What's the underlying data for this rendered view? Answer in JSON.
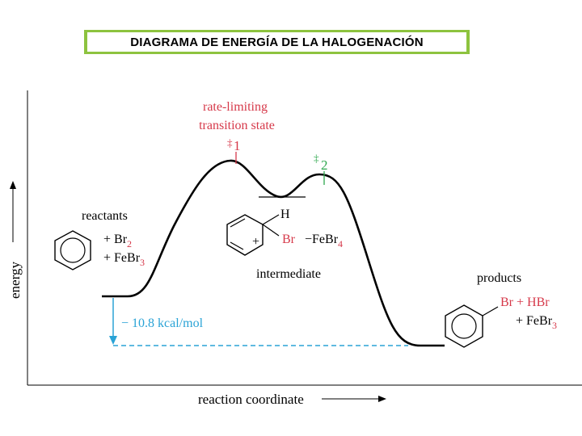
{
  "title": "DIAGRAMA DE ENERGÍA DE LA HALOGENACIÓN",
  "axes": {
    "y_label": "energy",
    "x_label": "reaction coordinate"
  },
  "labels": {
    "ts_title_line1": "rate-limiting",
    "ts_title_line2": "transition state",
    "ts1_dagger": "‡",
    "ts1_num": "1",
    "ts2_dagger": "‡",
    "ts2_num": "2",
    "reactants": "reactants",
    "products": "products",
    "intermediate": "intermediate",
    "delta_energy": "− 10.8 kcal/mol"
  },
  "reactants": {
    "line1_prefix": "+ Br",
    "line1_sub": "2",
    "line2_prefix": "+ FeBr",
    "line2_sub": "3"
  },
  "intermediate": {
    "h": "H",
    "plus": "+",
    "br": "Br",
    "counterion_prefix": "−FeBr",
    "counterion_sub": "4"
  },
  "products": {
    "line1": "Br + HBr",
    "line2_prefix": "+ FeBr",
    "line2_sub": "3"
  },
  "colors": {
    "title_border": "#8dc33f",
    "accent_red": "#d6394a",
    "accent_green": "#2fa84f",
    "dashed_blue": "#2aa3d6"
  }
}
